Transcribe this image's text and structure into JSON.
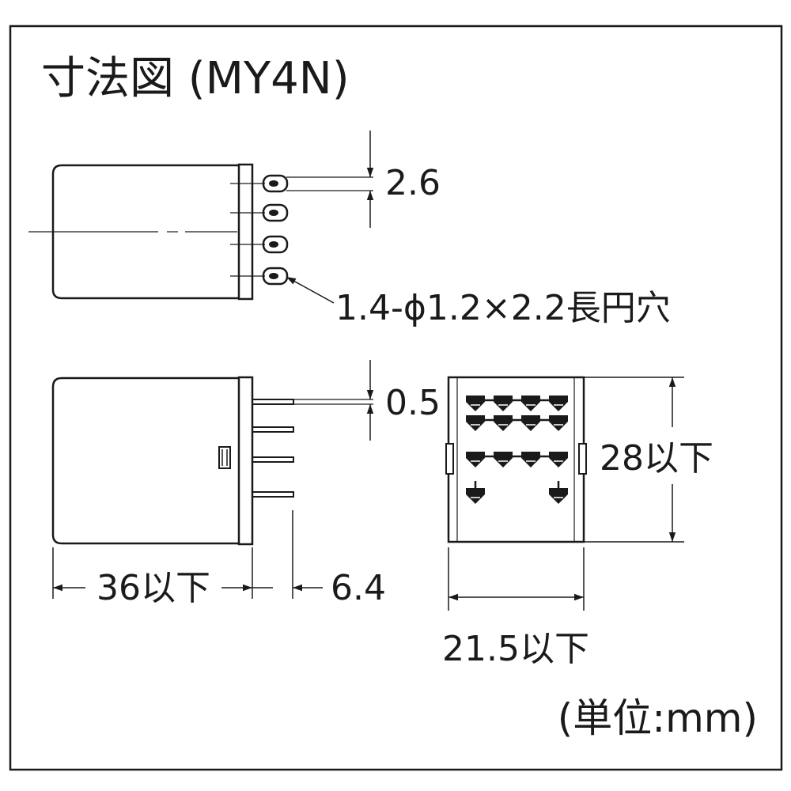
{
  "title": "寸法図 (MY4N)",
  "dimensions": {
    "terminal_pitch": "2.6",
    "slot_hole": "1.4-ϕ1.2×2.2長円穴",
    "terminal_thickness": "0.5",
    "height": "28以下",
    "length": "36以下",
    "terminal_length": "6.4",
    "width": "21.5以下"
  },
  "unit_note": "(単位:mm)"
}
